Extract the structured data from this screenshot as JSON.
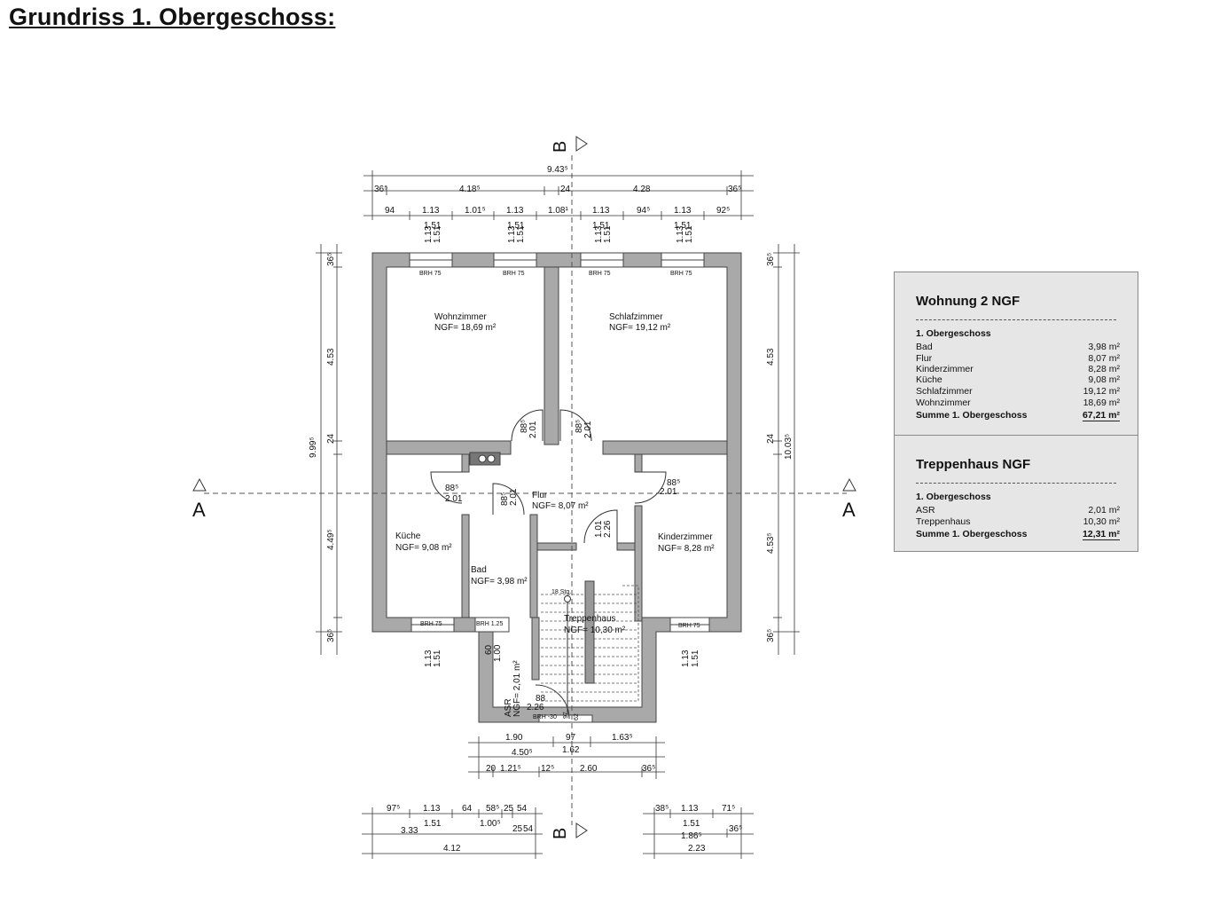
{
  "title": "Grundriss 1. Obergeschoss:",
  "section_marks": {
    "b": "B",
    "a": "A"
  },
  "dims": {
    "top_total": "9.43⁵",
    "top_row1": [
      "36⁵",
      "4.18⁵",
      "24",
      "4.28",
      "36⁵"
    ],
    "top_row2": [
      "94",
      "1.13",
      "1.01⁵",
      "1.13",
      "1.08¹",
      "1.13",
      "94⁵",
      "1.13",
      "92⁵"
    ],
    "win_w": "1.51",
    "win_h": "1.13",
    "left_total": "9.99⁵",
    "left_parts": [
      "36⁵",
      "4.53",
      "24",
      "4.49⁵",
      "36⁵"
    ],
    "right_total": "10.03⁵",
    "right_parts": [
      "36⁵",
      "4.53",
      "24",
      "4.53⁵",
      "36⁵"
    ],
    "bottom_r1": [
      "1.90",
      "97",
      "1.63⁵"
    ],
    "bottom_r2": [
      "4.50⁵",
      "1.62"
    ],
    "bottom_r3": [
      "20",
      "1.21⁵",
      "12⁵",
      "2.60",
      "36⁵"
    ],
    "bl_r1": [
      "97⁵",
      "1.13",
      "64",
      "58⁵",
      "25",
      "54"
    ],
    "bl_r2": [
      "3.33",
      "1.51",
      "1.00⁵",
      "25",
      "54"
    ],
    "bl_r3": "4.12",
    "br_r1": [
      "38⁵",
      "1.13",
      "71⁵"
    ],
    "br_r2": [
      "1.51",
      "1.86⁵",
      "36⁵"
    ],
    "br_r3": "2.23",
    "brh75": "BRH 75",
    "brh125": "BRH 1.25",
    "brh30": "BRH -30",
    "door_885": "88⁵",
    "door_201": "2.01",
    "door_101": "1.01",
    "door_226": "2.26",
    "door_88": "88",
    "asr_60": "60",
    "asr_100": "1.00",
    "stair_steps": "18 Stg.",
    "stair_97": "97",
    "stair_62": "62"
  },
  "rooms": {
    "wohn": {
      "name": "Wohnzimmer",
      "area": "NGF= 18,69 m²"
    },
    "schlaf": {
      "name": "Schlafzimmer",
      "area": "NGF= 19,12 m²"
    },
    "kueche": {
      "name": "Küche",
      "area": "NGF= 9,08 m²"
    },
    "flur": {
      "name": "Flur",
      "area": "NGF= 8,07 m²"
    },
    "bad": {
      "name": "Bad",
      "area": "NGF= 3,98 m²"
    },
    "kinder": {
      "name": "Kinderzimmer",
      "area": "NGF= 8,28 m²"
    },
    "treppe": {
      "name": "Treppenhaus",
      "area": "NGF= 10,30 m²"
    },
    "asr": {
      "name": "ASR",
      "area": "NGF= 2,01 m²"
    }
  },
  "summary": {
    "wohnung": {
      "heading": "Wohnung 2 NGF",
      "floor": "1. Obergeschoss",
      "items": [
        {
          "label": "Bad",
          "value": "3,98 m²"
        },
        {
          "label": "Flur",
          "value": "8,07 m²"
        },
        {
          "label": "Kinderzimmer",
          "value": "8,28 m²"
        },
        {
          "label": "Küche",
          "value": "9,08 m²"
        },
        {
          "label": "Schlafzimmer",
          "value": "19,12 m²"
        },
        {
          "label": "Wohnzimmer",
          "value": "18,69 m²"
        }
      ],
      "total_label": "Summe 1. Obergeschoss",
      "total_value": "67,21 m²"
    },
    "treppenhaus": {
      "heading": "Treppenhaus NGF",
      "floor": "1. Obergeschoss",
      "items": [
        {
          "label": "ASR",
          "value": "2,01 m²"
        },
        {
          "label": "Treppenhaus",
          "value": "10,30 m²"
        }
      ],
      "total_label": "Summe 1. Obergeschoss",
      "total_value": "12,31 m²"
    }
  }
}
